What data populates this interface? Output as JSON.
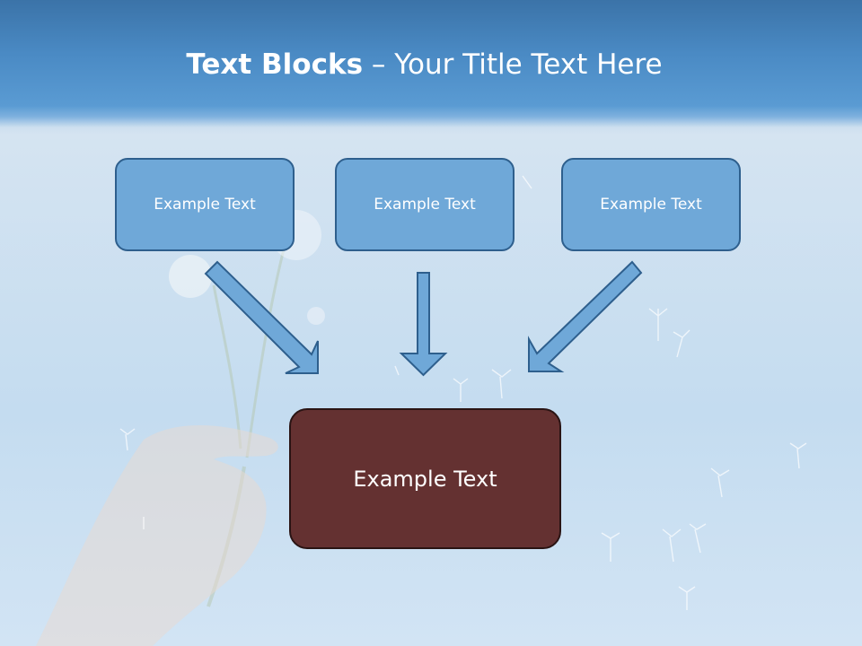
{
  "slide": {
    "title_bold": "Text Blocks",
    "title_rest": " – Your Title Text Here"
  },
  "boxes": [
    {
      "label": "Example Text"
    },
    {
      "label": "Example Text"
    },
    {
      "label": "Example Text"
    }
  ],
  "main_box": {
    "label": "Example Text"
  },
  "colors": {
    "title_bar": "#4a8ac4",
    "box_fill": "#6fa8d8",
    "box_border": "#2e5f8d",
    "main_box_fill": "#643131",
    "arrow_fill": "#6fa8d8"
  }
}
